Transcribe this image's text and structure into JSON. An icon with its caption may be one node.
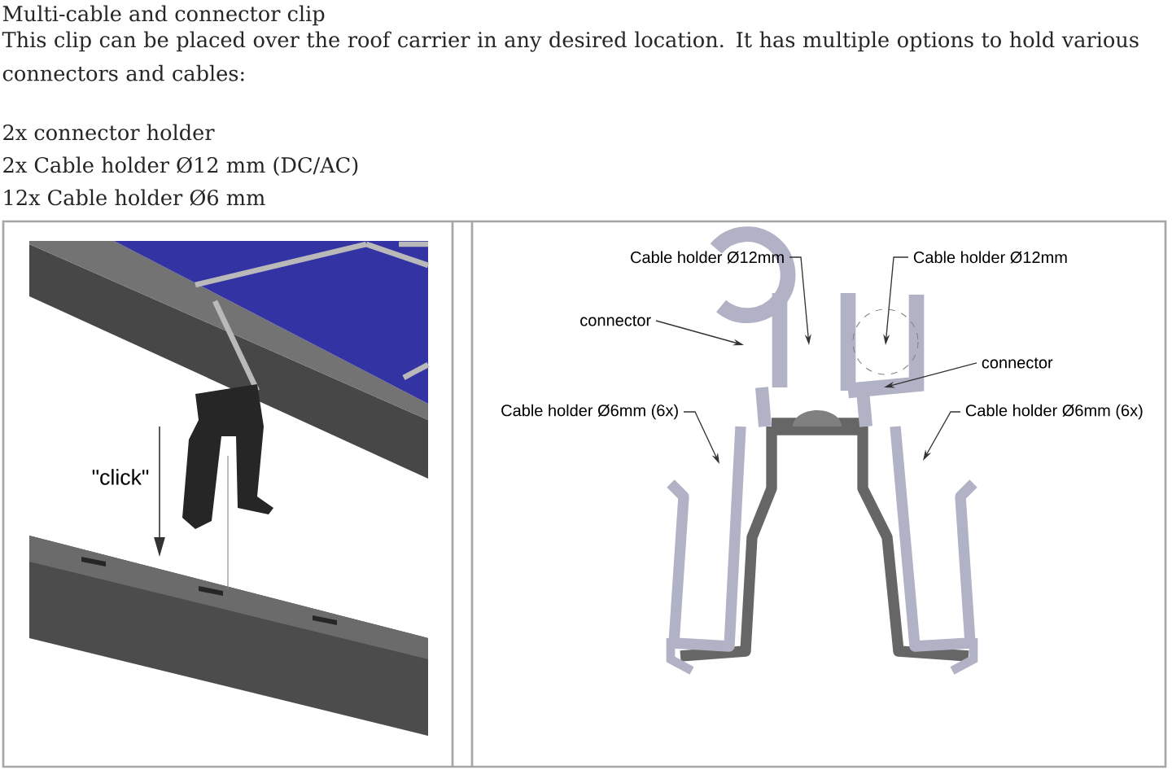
{
  "diagram": {
    "title": "Multi-cable and connector clip",
    "nodes": [
      {
        "text": [
          "Cable holder Ø12mm"
        ]
      },
      {
        "text": [
          "Cable holder Ø12mm"
        ]
      },
      {
        "text": [
          "connector"
        ]
      },
      {
        "text": [
          "connector"
        ]
      },
      {
        "text": [
          "Cable holder Ø6mm (6x)"
        ]
      },
      {
        "text": [
          "Cable holder Ø6mm (6x)"
        ]
      }
    ],
    "edges": [
      {
        "from": 0,
        "to": null,
        "arrow": "to"
      },
      {
        "from": 1,
        "to": null,
        "arrow": "to"
      },
      {
        "from": 2,
        "to": null,
        "arrow": "to"
      },
      {
        "from": 3,
        "to": null,
        "arrow": "to"
      },
      {
        "from": 4,
        "to": null,
        "arrow": "to"
      },
      {
        "from": 5,
        "to": null,
        "arrow": "to"
      }
    ],
    "labels": [
      "This clip can be placed over the roof carrier in any desired location. It has multiple options to hold various connectors and cables:",
      "2x connector holder",
      "2x Cable holder Ø12 mm (DC/AC)",
      "12x Cable holder Ø6 mm",
      "\"click\""
    ]
  }
}
